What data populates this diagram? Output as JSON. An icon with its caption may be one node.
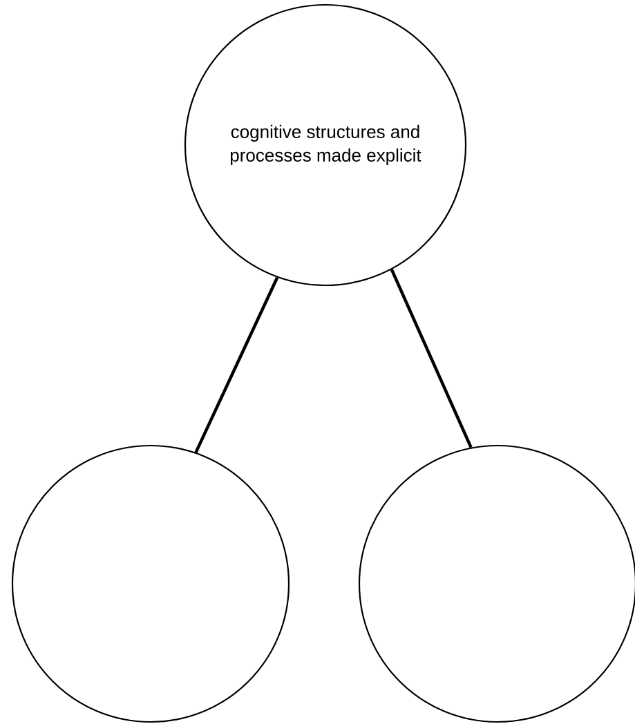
{
  "diagram": {
    "nodes": [
      {
        "text": [
          "cognitive structures and processes made explicit"
        ]
      },
      {
        "text": [],
        "shape": "circle"
      },
      {
        "text": [],
        "shape": "circle"
      }
    ],
    "edges": [
      {
        "from": 0,
        "to": 1,
        "arrow": "none"
      },
      {
        "from": 0,
        "to": 2,
        "arrow": "none"
      }
    ]
  }
}
